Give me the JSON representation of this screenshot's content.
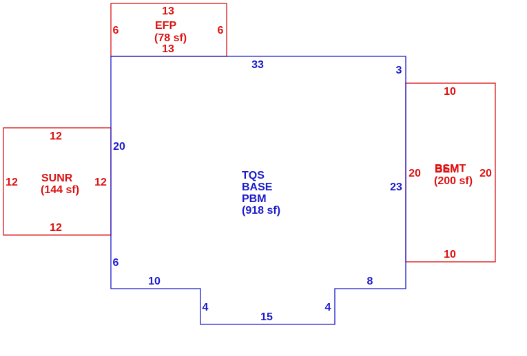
{
  "colors": {
    "base": "#1a1acc",
    "addition": "#dd1111",
    "background": "#ffffff"
  },
  "base_area": {
    "code": "TQS",
    "line2": "BASE",
    "line3": "PBM",
    "area": "(918 sf)",
    "dims": {
      "top": "33",
      "top_right": "3",
      "left_upper": "20",
      "right": "23",
      "left_lower": "6",
      "bottom_left": "10",
      "notch_left": "4",
      "notch_bottom": "15",
      "notch_right": "4",
      "bottom_right": "8"
    }
  },
  "efp": {
    "name": "EFP",
    "area": "(78 sf)",
    "dims": {
      "top": "13",
      "bottom": "13",
      "left": "6",
      "right": "6"
    }
  },
  "sunr": {
    "name": "SUNR",
    "area": "(144 sf)",
    "dims": {
      "top": "12",
      "bottom": "12",
      "left": "12",
      "right": "12"
    }
  },
  "right_addition": {
    "name_a": "BSMT",
    "name_b": "BEM",
    "area": "(200 sf)",
    "dims": {
      "top": "10",
      "bottom": "10",
      "left": "20",
      "right": "20"
    }
  }
}
